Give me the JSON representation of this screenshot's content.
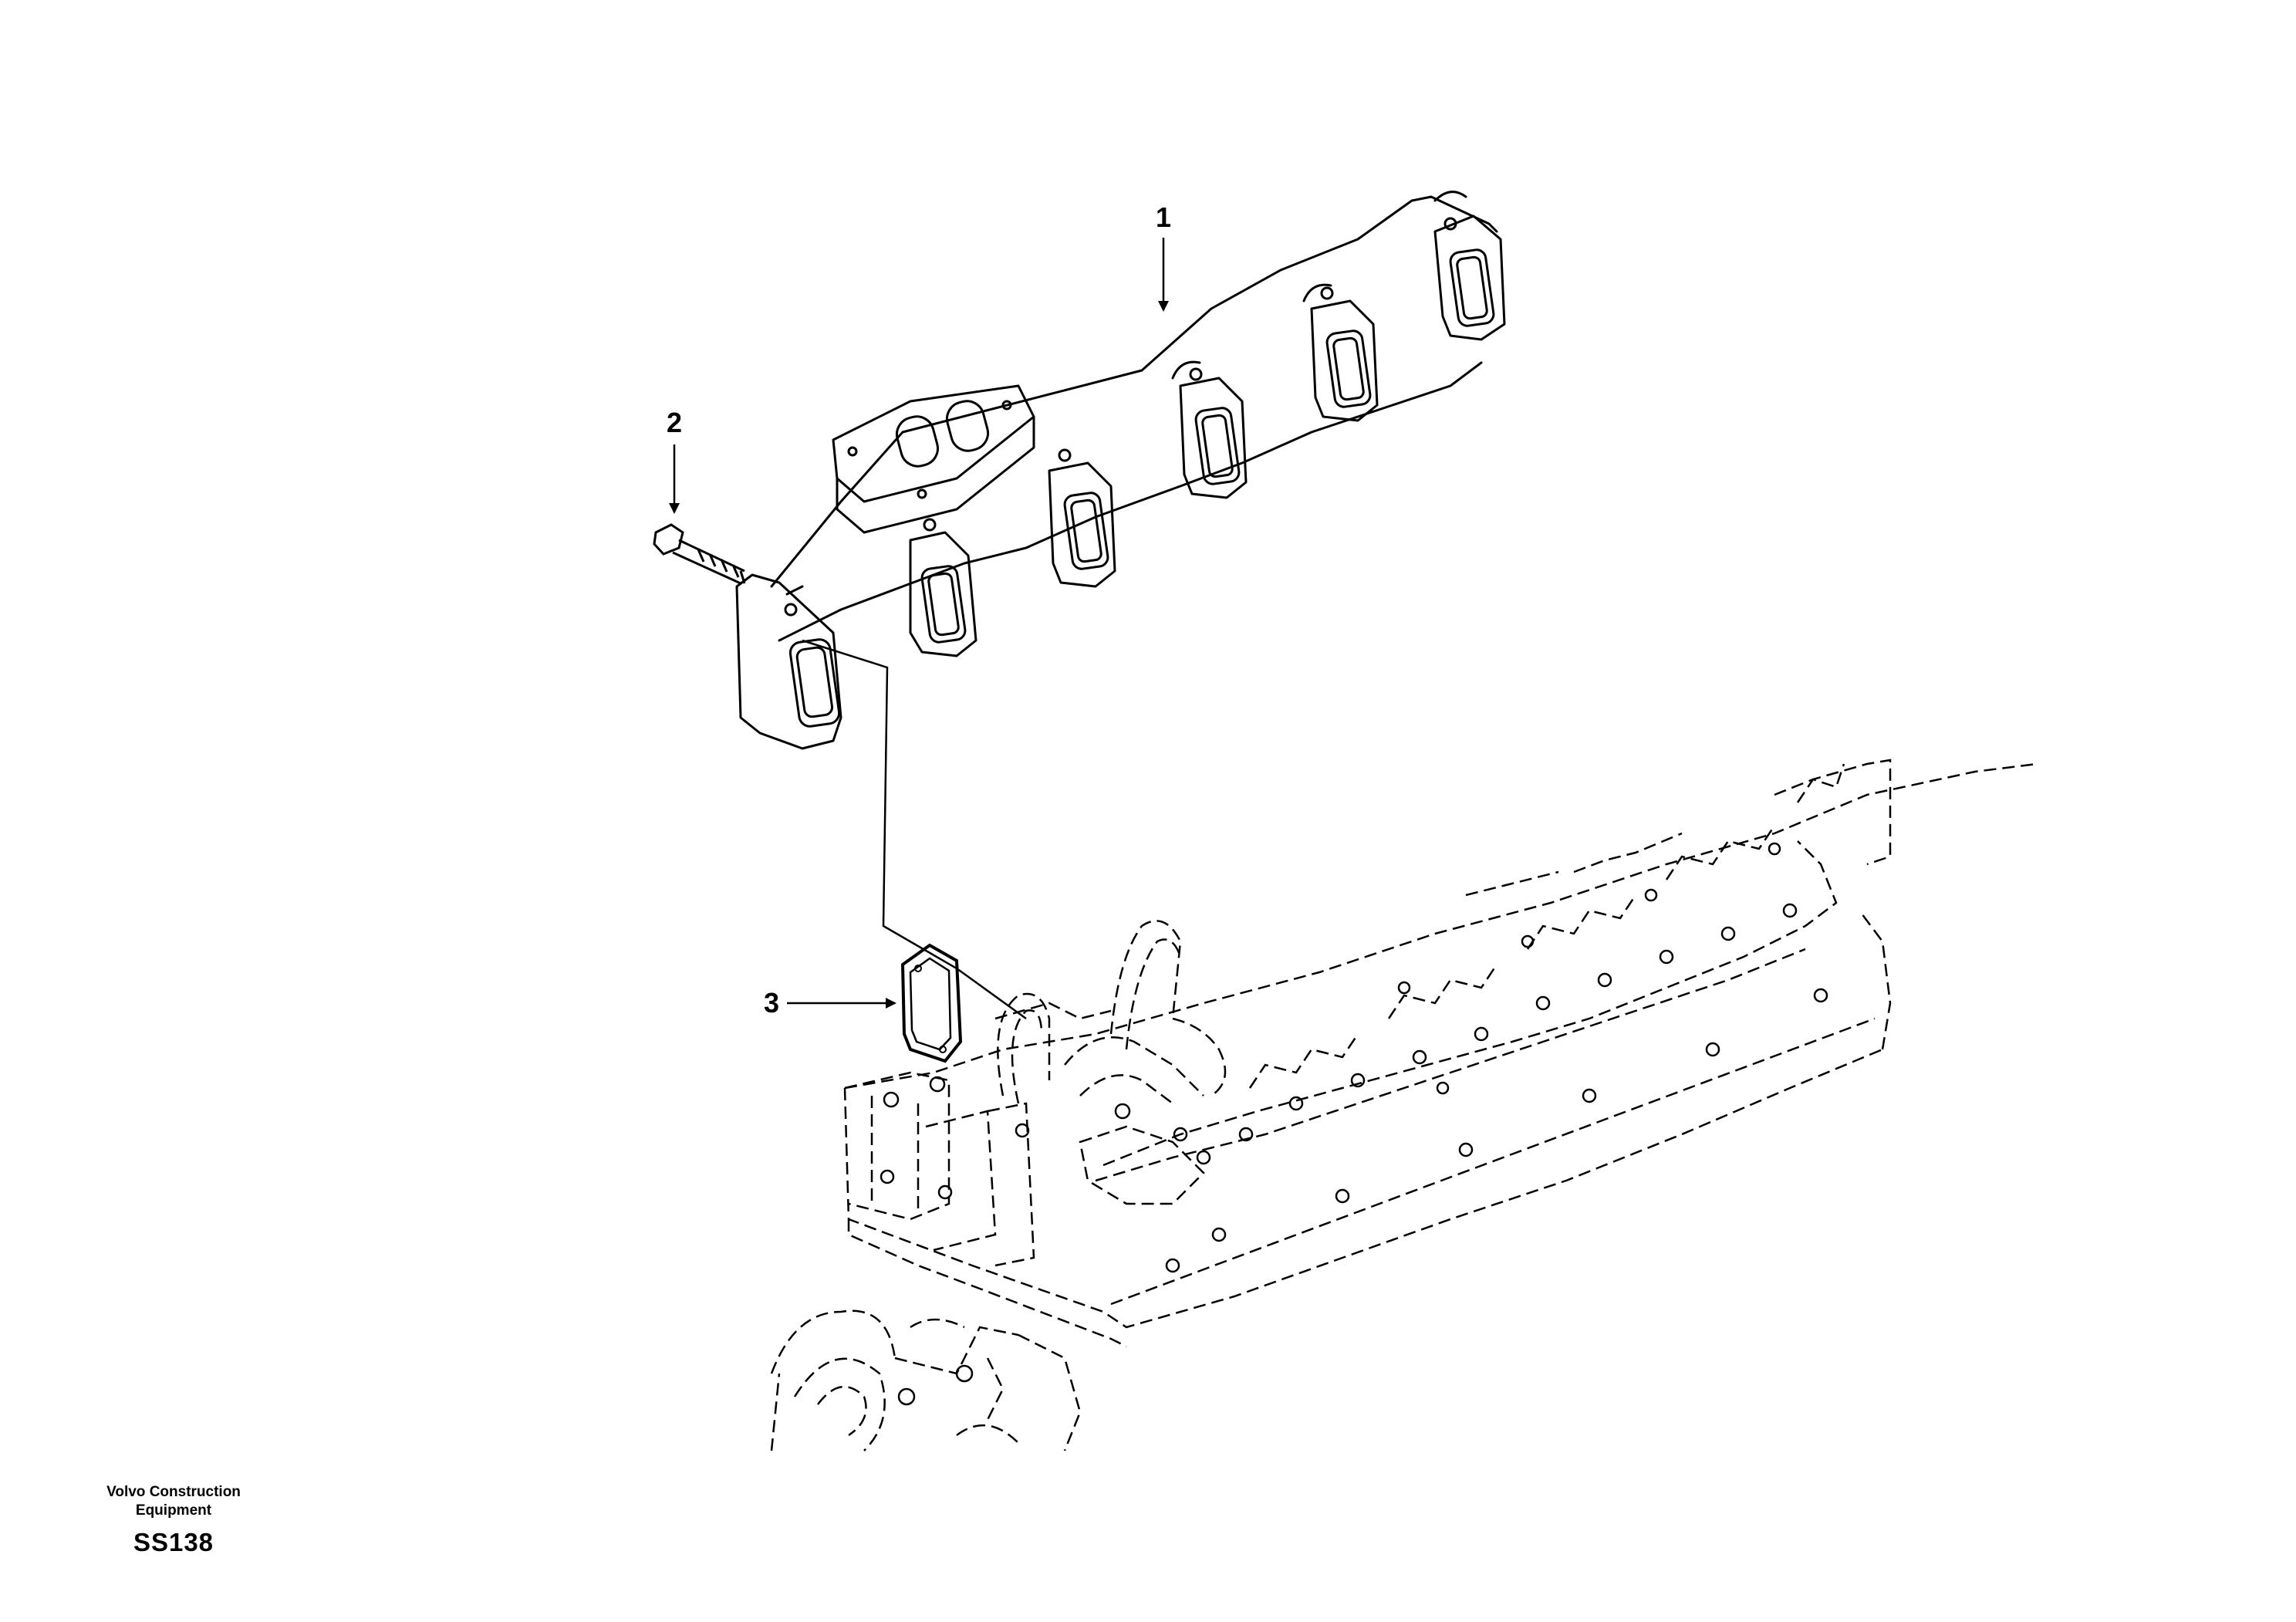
{
  "callouts": [
    {
      "number": "1",
      "part": "exhaust manifold"
    },
    {
      "number": "2",
      "part": "flange screw"
    },
    {
      "number": "3",
      "part": "gasket"
    }
  ],
  "footer": {
    "brand_line1": "Volvo Construction",
    "brand_line2": "Equipment",
    "code": "SS138"
  },
  "colors": {
    "ink": "#000000",
    "background": "#ffffff"
  }
}
